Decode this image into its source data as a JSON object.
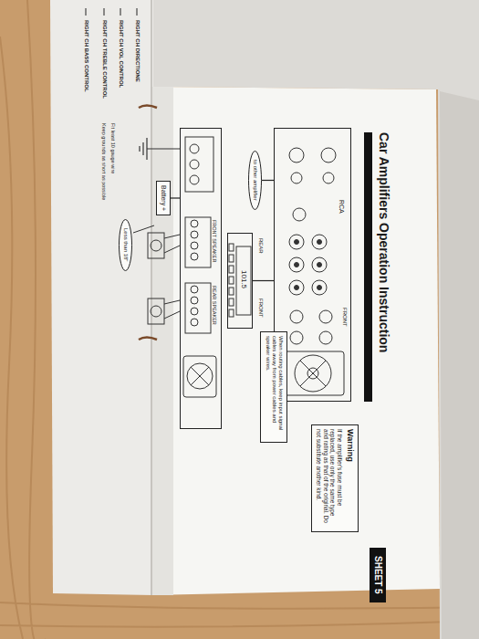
{
  "diagram": {
    "title": "Car Amplifiers Operation Instruction",
    "nodes": [
      {
        "text": [
          "RCA",
          "FRONT"
        ]
      },
      {
        "text": [
          "to other amplifier"
        ]
      },
      {
        "text": [
          "101.5"
        ]
      },
      {
        "text": [
          "When routing cables, keep input signal cables away from power cables and speaker wires."
        ]
      },
      {
        "text": [
          "FRONT SPEAKER",
          "REAR SPEAKER"
        ]
      },
      {
        "text": [
          "Battery +"
        ]
      },
      {
        "text": [
          "Less than 18\""
        ]
      },
      {
        "text": [
          "Warning",
          "If the amplifier's fuse must be replaced, use only the same type and rating as that of the original. Do not substitute another kind."
        ]
      },
      {
        "text": [
          "SHEET 5"
        ]
      }
    ],
    "edges": [
      {
        "from": 2,
        "to": 0,
        "arrow": "none"
      },
      {
        "from": 1,
        "to": 0,
        "arrow": "none"
      },
      {
        "from": 5,
        "to": 4,
        "arrow": "none"
      }
    ],
    "labels": [
      "REAR",
      "FRONT",
      "Fit least 10 gauge wire",
      "Keep grounds as short as possible",
      "RIGHT CH DIRECTIONE",
      "RIGHT CH VOL CONTROL",
      "RIGHT CH TREBLE CONTROL",
      "RIGHT CH BASS CONTROL"
    ]
  }
}
